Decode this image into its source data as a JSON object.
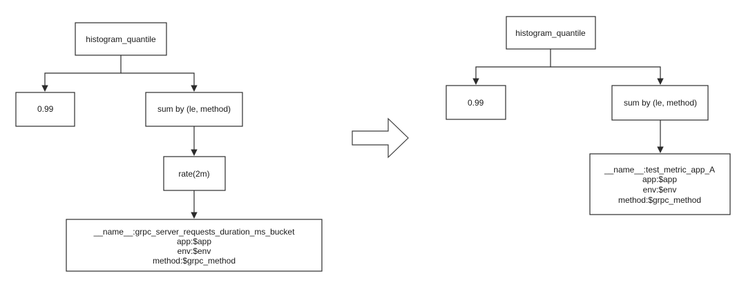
{
  "left_tree": {
    "root": "histogram_quantile",
    "quantile": "0.99",
    "aggregation": "sum by (le, method)",
    "rate": "rate(2m)",
    "selector": [
      "__name__:grpc_server_requests_duration_ms_bucket",
      "app:$app",
      "env:$env",
      "method:$grpc_method"
    ]
  },
  "right_tree": {
    "root": "histogram_quantile",
    "quantile": "0.99",
    "aggregation": "sum by (le, method)",
    "selector": [
      "__name__:test_metric_app_A",
      "app:$app",
      "env:$env",
      "method:$grpc_method"
    ]
  }
}
